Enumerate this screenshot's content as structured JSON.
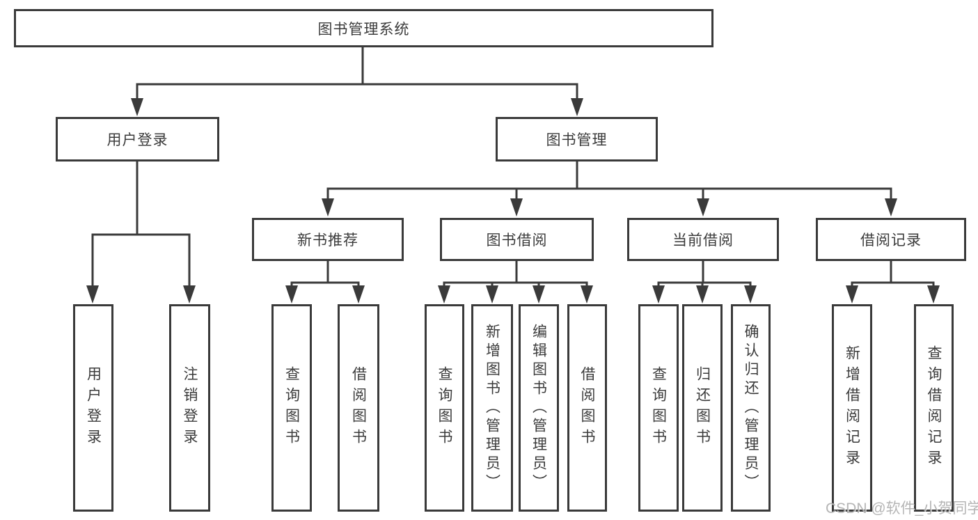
{
  "diagram": {
    "type": "tree",
    "root": {
      "label": "图书管理系统",
      "children": [
        {
          "label": "用户登录",
          "children": [
            {
              "label": "用户登录"
            },
            {
              "label": "注销登录"
            }
          ]
        },
        {
          "label": "图书管理",
          "children": [
            {
              "label": "新书推荐",
              "children": [
                {
                  "label": "查询图书"
                },
                {
                  "label": "借阅图书"
                }
              ]
            },
            {
              "label": "图书借阅",
              "children": [
                {
                  "label": "查询图书"
                },
                {
                  "label": "新增图书（管理员）"
                },
                {
                  "label": "编辑图书（管理员）"
                },
                {
                  "label": "借阅图书"
                }
              ]
            },
            {
              "label": "当前借阅",
              "children": [
                {
                  "label": "查询图书"
                },
                {
                  "label": "归还图书"
                },
                {
                  "label": "确认归还（管理员）"
                }
              ]
            },
            {
              "label": "借阅记录",
              "children": [
                {
                  "label": "新增借阅记录"
                },
                {
                  "label": "查询借阅记录"
                }
              ]
            }
          ]
        }
      ]
    }
  },
  "watermark": "CSDN @软件_小贺同学",
  "colors": {
    "line": "#3a3a3a",
    "box_border": "#3a3a3a",
    "text": "#3b3b3b",
    "watermark": "#a8a8a8",
    "background": "#ffffff"
  }
}
